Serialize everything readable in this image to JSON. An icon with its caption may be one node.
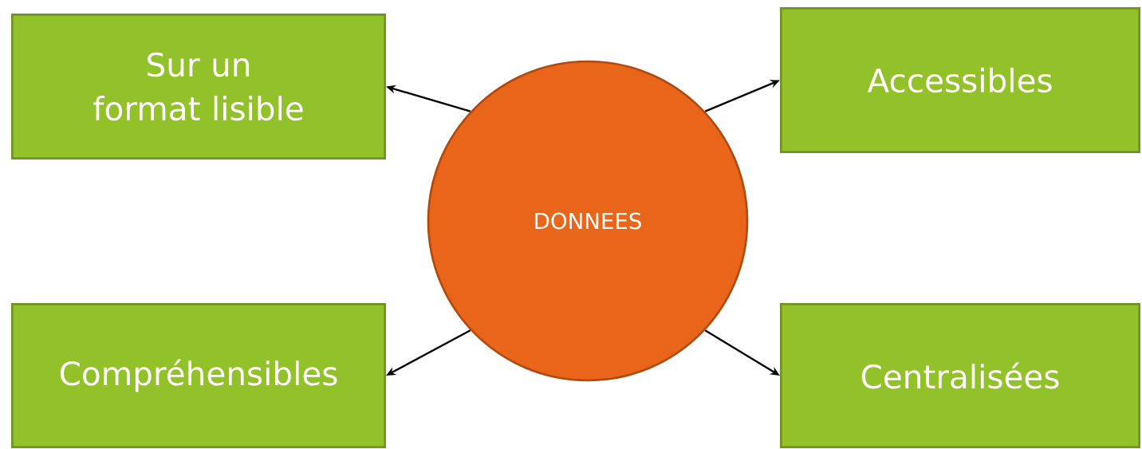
{
  "diagram": {
    "nodes": [
      {
        "text": [
          "DONNEES"
        ]
      },
      {
        "text": [
          "Sur un format lisible"
        ]
      },
      {
        "text": [
          "Accessibles"
        ]
      },
      {
        "text": [
          "Compréhensibles"
        ]
      },
      {
        "text": [
          "Centralisées"
        ]
      }
    ],
    "edges": [
      {
        "from": 0,
        "to": 1,
        "arrow": "to"
      },
      {
        "from": 0,
        "to": 2,
        "arrow": "to"
      },
      {
        "from": 0,
        "to": 3,
        "arrow": "to"
      },
      {
        "from": 0,
        "to": 4,
        "arrow": "to"
      }
    ]
  }
}
